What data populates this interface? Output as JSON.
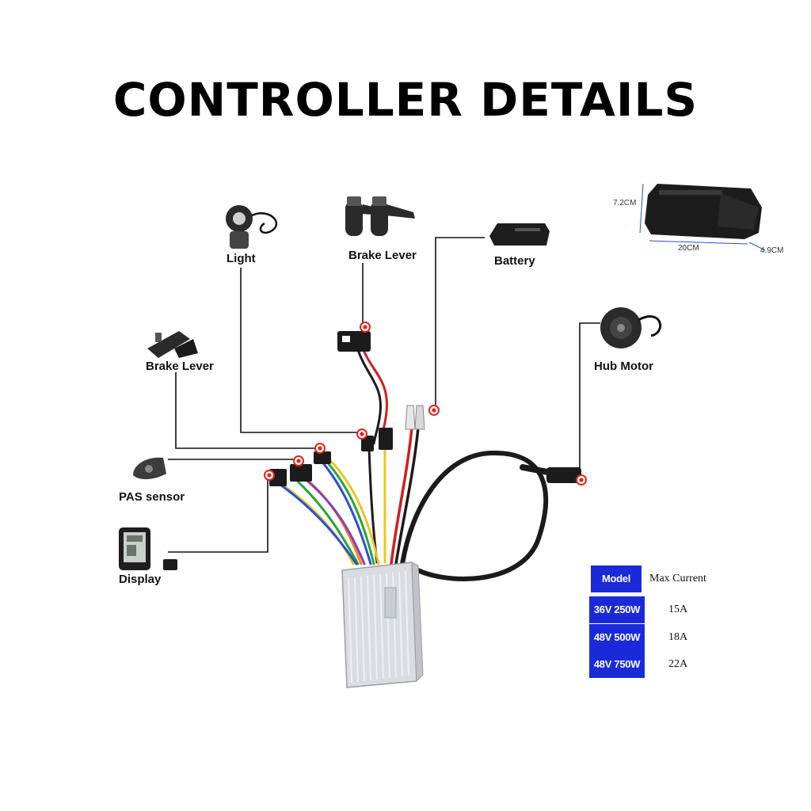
{
  "title": "CONTROLLER DETAILS",
  "components": {
    "light": "Light",
    "brake_lever_top": "Brake Lever",
    "battery": "Battery",
    "brake_lever_left": "Brake Lever",
    "hub_motor": "Hub Motor",
    "pas_sensor": "PAS sensor",
    "display": "Display"
  },
  "battery_dimensions": {
    "height": "7.2CM",
    "length": "20CM",
    "width": "4.9CM"
  },
  "spec_table": {
    "header_model": "Model",
    "header_current": "Max Current",
    "rows": [
      {
        "model": "36V 250W",
        "current": "15A"
      },
      {
        "model": "48V 500W",
        "current": "18A"
      },
      {
        "model": "48V 750W",
        "current": "22A"
      }
    ]
  },
  "colors": {
    "wire_red": "#d11e1e",
    "wire_black": "#1b1b1b",
    "wire_yellow": "#e8c81a",
    "wire_green": "#2aa33a",
    "wire_blue": "#2a4fd8",
    "wire_purple": "#8a3fb8",
    "wire_orange": "#f08a1c",
    "marker": "#e1251b",
    "badge": "#1a2ad8"
  }
}
